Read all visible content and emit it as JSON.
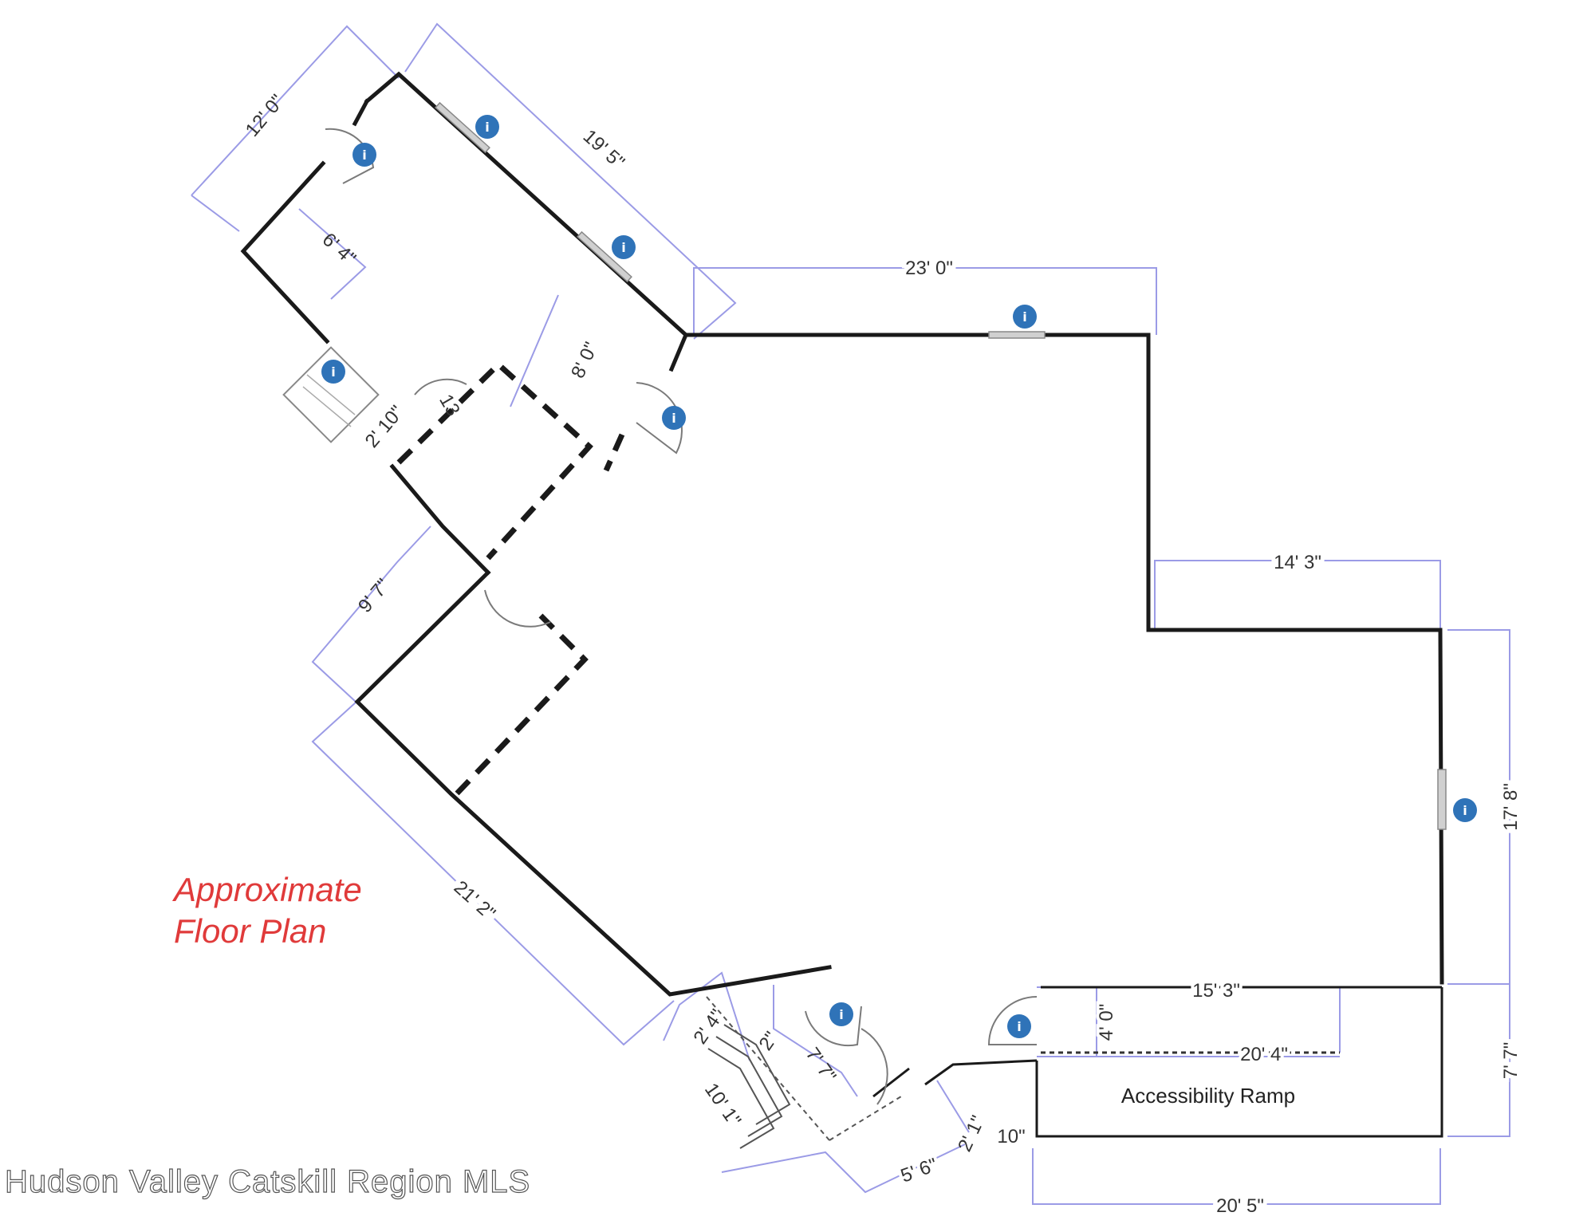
{
  "plan": {
    "caption_line1": "Approximate",
    "caption_line2": "Floor Plan",
    "accent_color": "#e03a3a",
    "ramp_label": "Accessibility Ramp",
    "watermark": "Hudson Valley Catskill Region MLS",
    "info_icon": "info-icon"
  },
  "dims": {
    "d12_0": "12' 0\"",
    "d19_5": "19' 5\"",
    "d23_0": "23' 0\"",
    "d6_4": "6' 4\"",
    "d8_0": "8' 0\"",
    "d2_10": "2' 10\"",
    "d13": "13",
    "d9_7": "9' 7\"",
    "d14_3": "14' 3\"",
    "d17_8": "17' 8\"",
    "d21_2": "21' 2\"",
    "d15_3": "15' 3\"",
    "d4_0": "4' 0\"",
    "d20_4": "20' 4\"",
    "d7_7a": "7' 7\"",
    "d7_7b": "7' 7\"",
    "d2_4": "2' 4\"",
    "d2": "2\"",
    "d10_1": "10' 1\"",
    "d5_6": "5' 6\"",
    "d2_1": "2' 1\"",
    "d10": "10\"",
    "d20_5": "20' 5\""
  }
}
